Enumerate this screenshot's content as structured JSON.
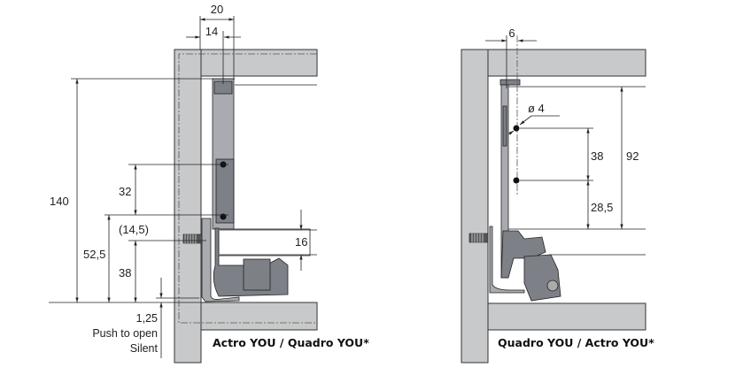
{
  "left_drawing": {
    "caption": "Actro YOU / Quadro YOU*",
    "dimensions": {
      "width_total": "20",
      "width_inner": "14",
      "height_total": "140",
      "hole_spacing": "32",
      "offset_paren": "(14,5)",
      "height_52_5": "52,5",
      "height_38": "38",
      "bottom_thickness": "16",
      "gap": "1,25"
    },
    "notes": [
      "Push to open",
      "Silent"
    ]
  },
  "right_drawing": {
    "caption": "Quadro YOU / Actro YOU*",
    "dimensions": {
      "offset": "6",
      "hole_diameter": "ø 4",
      "hole_spacing": "38",
      "bottom_offset": "28,5",
      "height": "92"
    }
  }
}
